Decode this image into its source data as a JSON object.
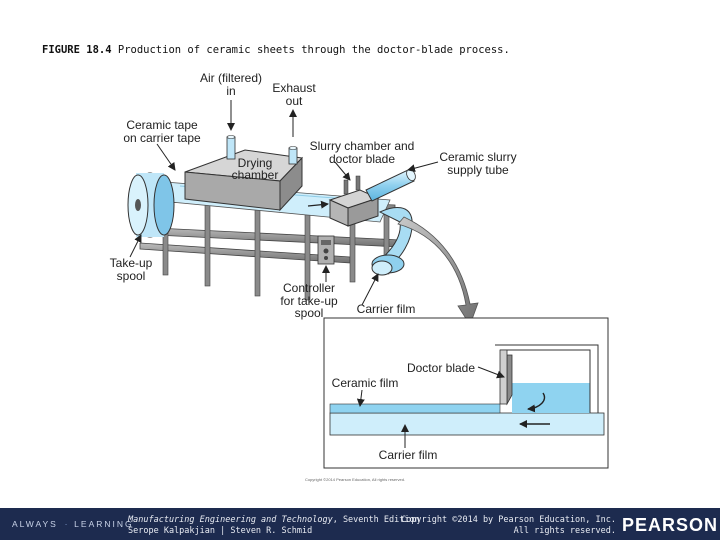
{
  "figure": {
    "number": "FIGURE 18.4",
    "caption": "Production of ceramic sheets through the doctor-blade process."
  },
  "labels": {
    "air_line1": "Air (filtered)",
    "air_line2": "in",
    "exhaust_line1": "Exhaust",
    "exhaust_line2": "out",
    "ceramic_tape_line1": "Ceramic tape",
    "ceramic_tape_line2": "on carrier tape",
    "drying_line1": "Drying",
    "drying_line2": "chamber",
    "slurry_chamber_line1": "Slurry chamber and",
    "slurry_chamber_line2": "doctor blade",
    "supply_tube_line1": "Ceramic slurry",
    "supply_tube_line2": "supply tube",
    "takeup_line1": "Take-up",
    "takeup_line2": "spool",
    "controller_line1": "Controller",
    "controller_line2": "for take-up",
    "controller_line3": "spool",
    "carrier_film_top": "Carrier film",
    "doctor_blade": "Doctor blade",
    "ceramic_film": "Ceramic film",
    "carrier_film_detail": "Carrier film",
    "copyright_small": "Copyright ©2014 Pearson Education, All rights reserved."
  },
  "footer": {
    "brand_left": "ALWAYS",
    "brand_right": "LEARNING",
    "book_title": "Manufacturing Engineering and Technology",
    "book_edition": ", Seventh Edition",
    "authors": "Serope Kalpakjian | Steven R. Schmid",
    "copyright_line1": "Copyright ©2014 by Pearson Education, Inc.",
    "copyright_line2": "All rights reserved.",
    "publisher": "PEARSON"
  },
  "colors": {
    "slurry_blue": "#b9e2f5",
    "film_blue": "#cfeefb",
    "frame_gray": "#8a8a8a",
    "chamber_gray": "#a9a9a9",
    "footer_navy": "#1d2b4f"
  },
  "icons": [
    "up-arrow-icon",
    "down-arrow-icon",
    "curved-arrow-icon",
    "direction-arrow-icon"
  ]
}
